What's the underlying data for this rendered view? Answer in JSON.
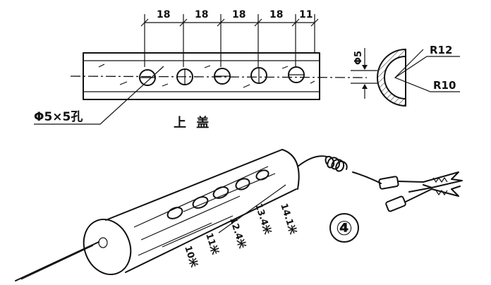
{
  "top_view": {
    "dimensions": [
      "18",
      "18",
      "18",
      "18",
      "11"
    ],
    "hole_spec": "Φ5×5孔",
    "caption": "上 盖"
  },
  "section_view": {
    "hole_diameter": "Φ5",
    "outer_radius": "R12",
    "inner_radius": "R10"
  },
  "assembly": {
    "figure_number": "④",
    "hole_notes": [
      "14.1米",
      "13.4米",
      "12.4米",
      "11米",
      "10米"
    ]
  }
}
